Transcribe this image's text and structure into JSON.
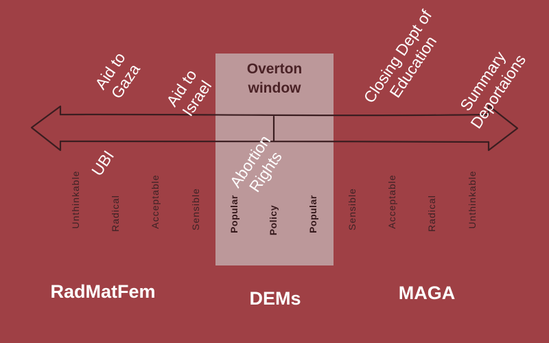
{
  "overton_window": {
    "title_line1": "Overton",
    "title_line2": "window"
  },
  "scale": {
    "left": [
      {
        "label": "Unthinkable"
      },
      {
        "label": "Radical"
      },
      {
        "label": "Acceptable"
      },
      {
        "label": "Sensible"
      }
    ],
    "center": [
      {
        "label": "Popular"
      },
      {
        "label": "Policy"
      },
      {
        "label": "Popular"
      }
    ],
    "right": [
      {
        "label": "Sensible"
      },
      {
        "label": "Acceptable"
      },
      {
        "label": "Radical"
      },
      {
        "label": "Unthinkable"
      }
    ]
  },
  "issues": [
    {
      "line1": "Aid to",
      "line2": "Gaza"
    },
    {
      "line1": "Aid to",
      "line2": "Israel"
    },
    {
      "line1": "UBI",
      "line2": ""
    },
    {
      "line1": "Abortion",
      "line2": "Rights"
    },
    {
      "line1": "Closing Dept of",
      "line2": "Education"
    },
    {
      "line1": "Summary",
      "line2": "Deportaions"
    }
  ],
  "groups": {
    "left": "RadMatFem",
    "center": "DEMs",
    "right": "MAGA"
  },
  "colors": {
    "background": "#9f4045",
    "window_box": "#bc989a",
    "arrow_stroke": "#3a1d20",
    "annotation_text": "#ffffff"
  }
}
